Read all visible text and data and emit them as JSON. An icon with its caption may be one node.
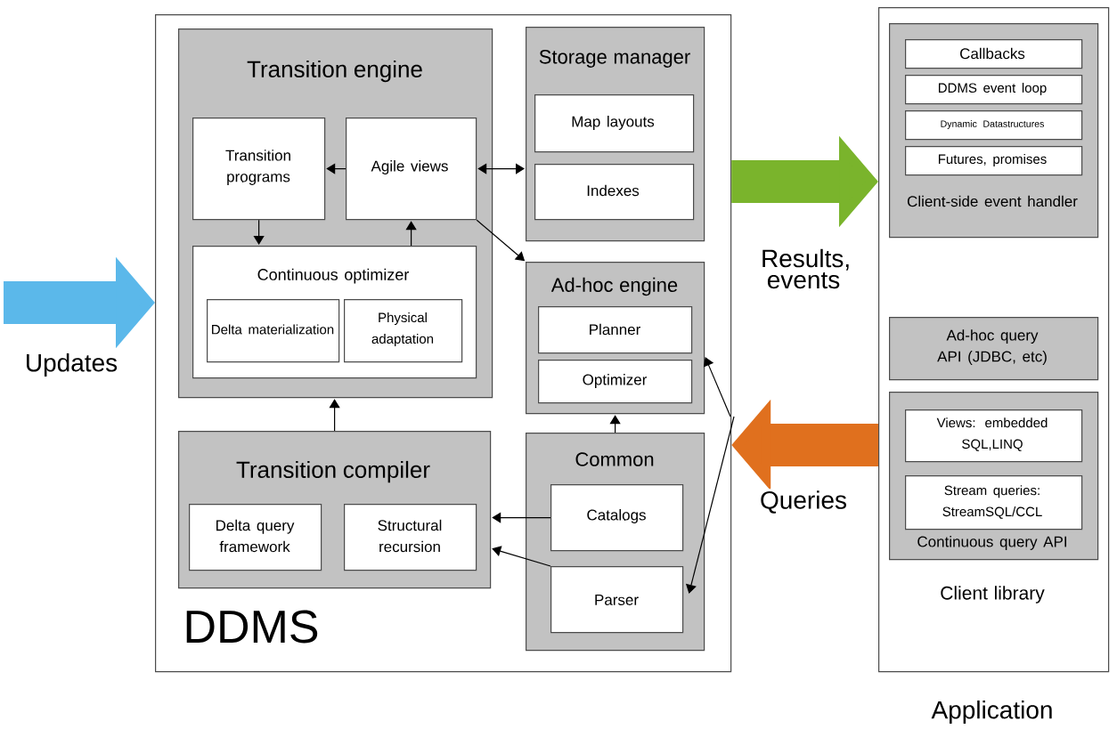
{
  "diagram": {
    "nodes": [
      {
        "text": [
          "DDMS"
        ]
      },
      {
        "text": [
          "Transition engine"
        ],
        "in": 0
      },
      {
        "text": [
          "Transition programs"
        ],
        "in": 1
      },
      {
        "text": [
          "Agile views"
        ],
        "in": 1
      },
      {
        "text": [
          "Continuous optimizer"
        ],
        "in": 1
      },
      {
        "text": [
          "Delta materialization"
        ],
        "in": 4
      },
      {
        "text": [
          "Physical adaptation"
        ],
        "in": 4
      },
      {
        "text": [
          "Storage manager"
        ],
        "in": 0
      },
      {
        "text": [
          "Map layouts"
        ],
        "in": 7
      },
      {
        "text": [
          "Indexes"
        ],
        "in": 7
      },
      {
        "text": [
          "Ad-hoc engine"
        ],
        "in": 0
      },
      {
        "text": [
          "Planner"
        ],
        "in": 10
      },
      {
        "text": [
          "Optimizer"
        ],
        "in": 10
      },
      {
        "text": [
          "Transition compiler"
        ],
        "in": 0
      },
      {
        "text": [
          "Delta query framework"
        ],
        "in": 13
      },
      {
        "text": [
          "Structural recursion"
        ],
        "in": 13
      },
      {
        "text": [
          "Common"
        ],
        "in": 0
      },
      {
        "text": [
          "Catalogs"
        ],
        "in": 16
      },
      {
        "text": [
          "Parser"
        ],
        "in": 16
      },
      {
        "text": [
          "Client library"
        ],
        "beside": [
          "Application"
        ]
      },
      {
        "text": [
          "Client-side event handler"
        ],
        "in": 19
      },
      {
        "text": [
          "Callbacks"
        ],
        "in": 20
      },
      {
        "text": [
          "DDMS event loop"
        ],
        "in": 20
      },
      {
        "text": [
          "Dynamic Datastructures"
        ],
        "in": 20
      },
      {
        "text": [
          "Futures, promises"
        ],
        "in": 20
      },
      {
        "text": [
          "Ad-hoc query API (JDBC, etc)"
        ],
        "in": 19
      },
      {
        "text": [
          "Continuous query API"
        ],
        "in": 19
      },
      {
        "text": [
          "Views: embedded SQL,LINQ"
        ],
        "in": 26
      },
      {
        "text": [
          "Stream queries: StreamSQL/CCL"
        ],
        "in": 26
      }
    ],
    "edges": [
      {
        "from": null,
        "to": 0,
        "arrow": "to",
        "label": "Updates",
        "style": "thick",
        "color": "#5bb8ea"
      },
      {
        "from": 0,
        "to": 19,
        "arrow": "to",
        "label": "Results, events",
        "style": "thick",
        "color": "#7ab42c"
      },
      {
        "from": 19,
        "to": 0,
        "arrow": "to",
        "label": "Queries",
        "style": "thick",
        "color": "#e0701e"
      },
      {
        "from": 3,
        "to": 2,
        "arrow": "to"
      },
      {
        "from": 2,
        "to": 4,
        "arrow": "to"
      },
      {
        "from": 4,
        "to": 3,
        "arrow": "to"
      },
      {
        "from": 3,
        "to": 7,
        "arrow": "both"
      },
      {
        "from": 3,
        "to": 10,
        "arrow": "to"
      },
      {
        "from": 13,
        "to": 1,
        "arrow": "to"
      },
      {
        "from": 16,
        "to": 10,
        "arrow": "to"
      },
      {
        "from": 17,
        "to": 13,
        "arrow": "to"
      },
      {
        "from": 18,
        "to": 13,
        "arrow": "to"
      },
      {
        "from": null,
        "to": 10,
        "arrow": "to"
      },
      {
        "from": null,
        "to": 18,
        "arrow": "to"
      }
    ]
  }
}
